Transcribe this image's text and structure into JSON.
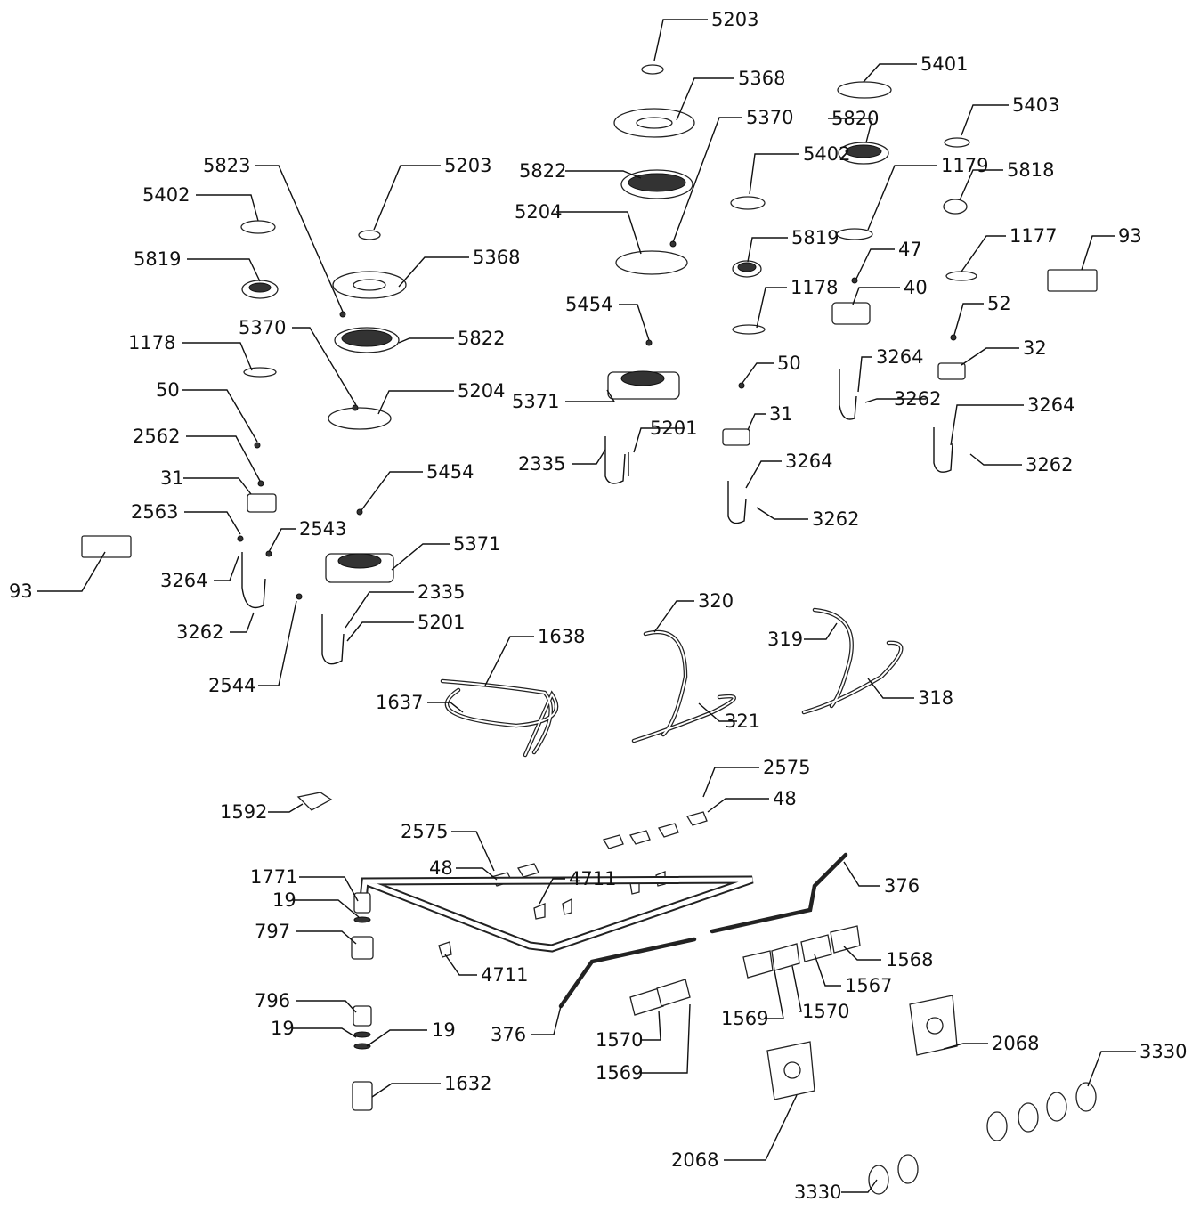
{
  "callouts": [
    {
      "id": "c-5203-top",
      "text": "5203"
    },
    {
      "id": "c-5368-top",
      "text": "5368"
    },
    {
      "id": "c-5401",
      "text": "5401"
    },
    {
      "id": "c-5370-top",
      "text": "5370"
    },
    {
      "id": "c-5820",
      "text": "5820"
    },
    {
      "id": "c-5403",
      "text": "5403"
    },
    {
      "id": "c-5823",
      "text": "5823"
    },
    {
      "id": "c-5203-left",
      "text": "5203"
    },
    {
      "id": "c-5822-top",
      "text": "5822"
    },
    {
      "id": "c-5402-mid",
      "text": "5402"
    },
    {
      "id": "c-1179",
      "text": "1179"
    },
    {
      "id": "c-5818",
      "text": "5818"
    },
    {
      "id": "c-5402-left",
      "text": "5402"
    },
    {
      "id": "c-5204-top",
      "text": "5204"
    },
    {
      "id": "c-1177",
      "text": "1177"
    },
    {
      "id": "c-93-right",
      "text": "93"
    },
    {
      "id": "c-47",
      "text": "47"
    },
    {
      "id": "c-5819-left",
      "text": "5819"
    },
    {
      "id": "c-5368-left",
      "text": "5368"
    },
    {
      "id": "c-5819-mid",
      "text": "5819"
    },
    {
      "id": "c-1178-mid",
      "text": "1178"
    },
    {
      "id": "c-40",
      "text": "40"
    },
    {
      "id": "c-5454-top",
      "text": "5454"
    },
    {
      "id": "c-52",
      "text": "52"
    },
    {
      "id": "c-5370-left",
      "text": "5370"
    },
    {
      "id": "c-5822-left",
      "text": "5822"
    },
    {
      "id": "c-1178-left",
      "text": "1178"
    },
    {
      "id": "c-32",
      "text": "32"
    },
    {
      "id": "c-3264-a",
      "text": "3264"
    },
    {
      "id": "c-50-mid",
      "text": "50"
    },
    {
      "id": "c-5204-left",
      "text": "5204"
    },
    {
      "id": "c-50-left",
      "text": "50"
    },
    {
      "id": "c-5371-top",
      "text": "5371"
    },
    {
      "id": "c-3262-a",
      "text": "3262"
    },
    {
      "id": "c-3264-b",
      "text": "3264"
    },
    {
      "id": "c-31-mid",
      "text": "31"
    },
    {
      "id": "c-5201-top",
      "text": "5201"
    },
    {
      "id": "c-2562",
      "text": "2562"
    },
    {
      "id": "c-2335-top",
      "text": "2335"
    },
    {
      "id": "c-3262-b",
      "text": "3262"
    },
    {
      "id": "c-3264-c",
      "text": "3264"
    },
    {
      "id": "c-31-left",
      "text": "31"
    },
    {
      "id": "c-5454-left",
      "text": "5454"
    },
    {
      "id": "c-2563",
      "text": "2563"
    },
    {
      "id": "c-3262-c",
      "text": "3262"
    },
    {
      "id": "c-2543",
      "text": "2543"
    },
    {
      "id": "c-5371-left",
      "text": "5371"
    },
    {
      "id": "c-3264-d",
      "text": "3264"
    },
    {
      "id": "c-93-left",
      "text": "93"
    },
    {
      "id": "c-2335-left",
      "text": "2335"
    },
    {
      "id": "c-320",
      "text": "320"
    },
    {
      "id": "c-3262-d",
      "text": "3262"
    },
    {
      "id": "c-5201-left",
      "text": "5201"
    },
    {
      "id": "c-1638",
      "text": "1638"
    },
    {
      "id": "c-319",
      "text": "319"
    },
    {
      "id": "c-2544",
      "text": "2544"
    },
    {
      "id": "c-318",
      "text": "318"
    },
    {
      "id": "c-1637",
      "text": "1637"
    },
    {
      "id": "c-321",
      "text": "321"
    },
    {
      "id": "c-2575-right",
      "text": "2575"
    },
    {
      "id": "c-1592",
      "text": "1592"
    },
    {
      "id": "c-48-right",
      "text": "48"
    },
    {
      "id": "c-2575-left",
      "text": "2575"
    },
    {
      "id": "c-1771",
      "text": "1771"
    },
    {
      "id": "c-48-left",
      "text": "48"
    },
    {
      "id": "c-4711-top",
      "text": "4711"
    },
    {
      "id": "c-376-right",
      "text": "376"
    },
    {
      "id": "c-19-a",
      "text": "19"
    },
    {
      "id": "c-797",
      "text": "797"
    },
    {
      "id": "c-1568",
      "text": "1568"
    },
    {
      "id": "c-4711-bottom",
      "text": "4711"
    },
    {
      "id": "c-1567",
      "text": "1567"
    },
    {
      "id": "c-796",
      "text": "796"
    },
    {
      "id": "c-1569-right",
      "text": "1569"
    },
    {
      "id": "c-1570-right",
      "text": "1570"
    },
    {
      "id": "c-19-b",
      "text": "19"
    },
    {
      "id": "c-19-c",
      "text": "19"
    },
    {
      "id": "c-376-left",
      "text": "376"
    },
    {
      "id": "c-1570-left",
      "text": "1570"
    },
    {
      "id": "c-2068-right",
      "text": "2068"
    },
    {
      "id": "c-3330-right",
      "text": "3330"
    },
    {
      "id": "c-1569-left",
      "text": "1569"
    },
    {
      "id": "c-1632",
      "text": "1632"
    },
    {
      "id": "c-2068-left",
      "text": "2068"
    },
    {
      "id": "c-3330-bottom",
      "text": "3330"
    }
  ]
}
